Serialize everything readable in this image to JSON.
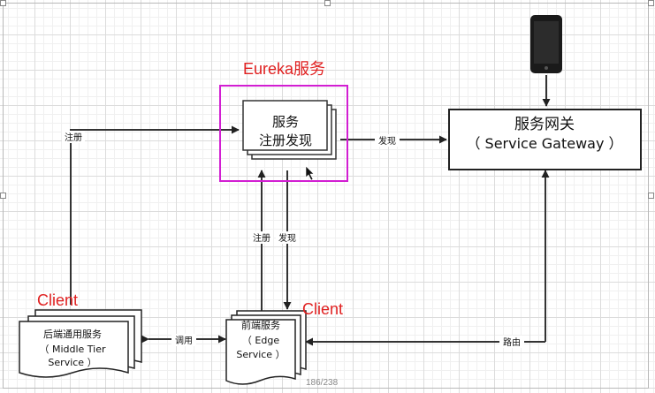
{
  "eureka_label": "Eureka服务",
  "registry": {
    "line1": "服务",
    "line2": "注册发现"
  },
  "gateway": {
    "line1": "服务网关",
    "line2": "（ Service Gateway ）"
  },
  "middle_tier": {
    "line1": "后端通用服务",
    "line2": "（ Middle Tier",
    "line3": "Service ）"
  },
  "edge": {
    "line1": "前端服务",
    "line2": "（ Edge",
    "line3": "Service ）"
  },
  "client_left": "Client",
  "client_right": "Client",
  "edges": {
    "register_left": "注册",
    "discover_top": "发现",
    "register_mid": "注册",
    "discover_mid": "发现",
    "invoke": "调用",
    "route": "路由"
  },
  "page_indicator": "186/238",
  "colors": {
    "eureka_border": "#d21ed2",
    "client_red": "#e02020"
  },
  "icons": [
    "phone-icon",
    "cursor-icon"
  ]
}
